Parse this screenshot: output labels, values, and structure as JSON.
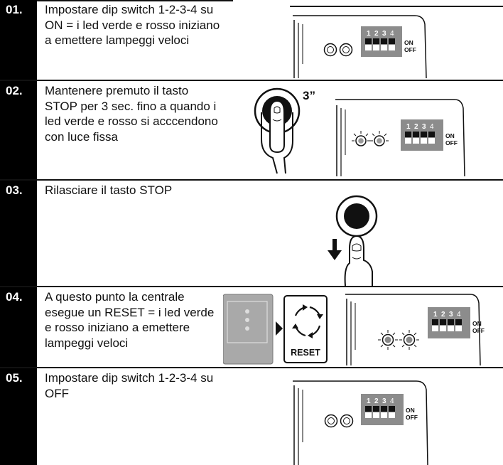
{
  "steps": [
    {
      "num": "01.",
      "text": "Impostare dip switch 1-2-3-4 su ON = i led verde e rosso iniziano a emettere lampeggi veloci"
    },
    {
      "num": "02.",
      "text": "Mantenere premuto il tasto STOP per 3 sec. fino a quando i led verde e rosso si acccendono con luce fissa"
    },
    {
      "num": "03.",
      "text": "Rilasciare il tasto STOP"
    },
    {
      "num": "04.",
      "text": "A questo punto la centrale esegue un RESET = i led verde e rosso iniziano a emettere lampeggi veloci"
    },
    {
      "num": "05.",
      "text": "Impostare dip switch 1-2-3-4 su OFF"
    }
  ],
  "dip": {
    "n1": "1",
    "n2": "2",
    "n3": "3",
    "n4": "4",
    "on": "ON",
    "off": "OFF"
  },
  "hold_time": "3”",
  "reset_label": "RESET"
}
